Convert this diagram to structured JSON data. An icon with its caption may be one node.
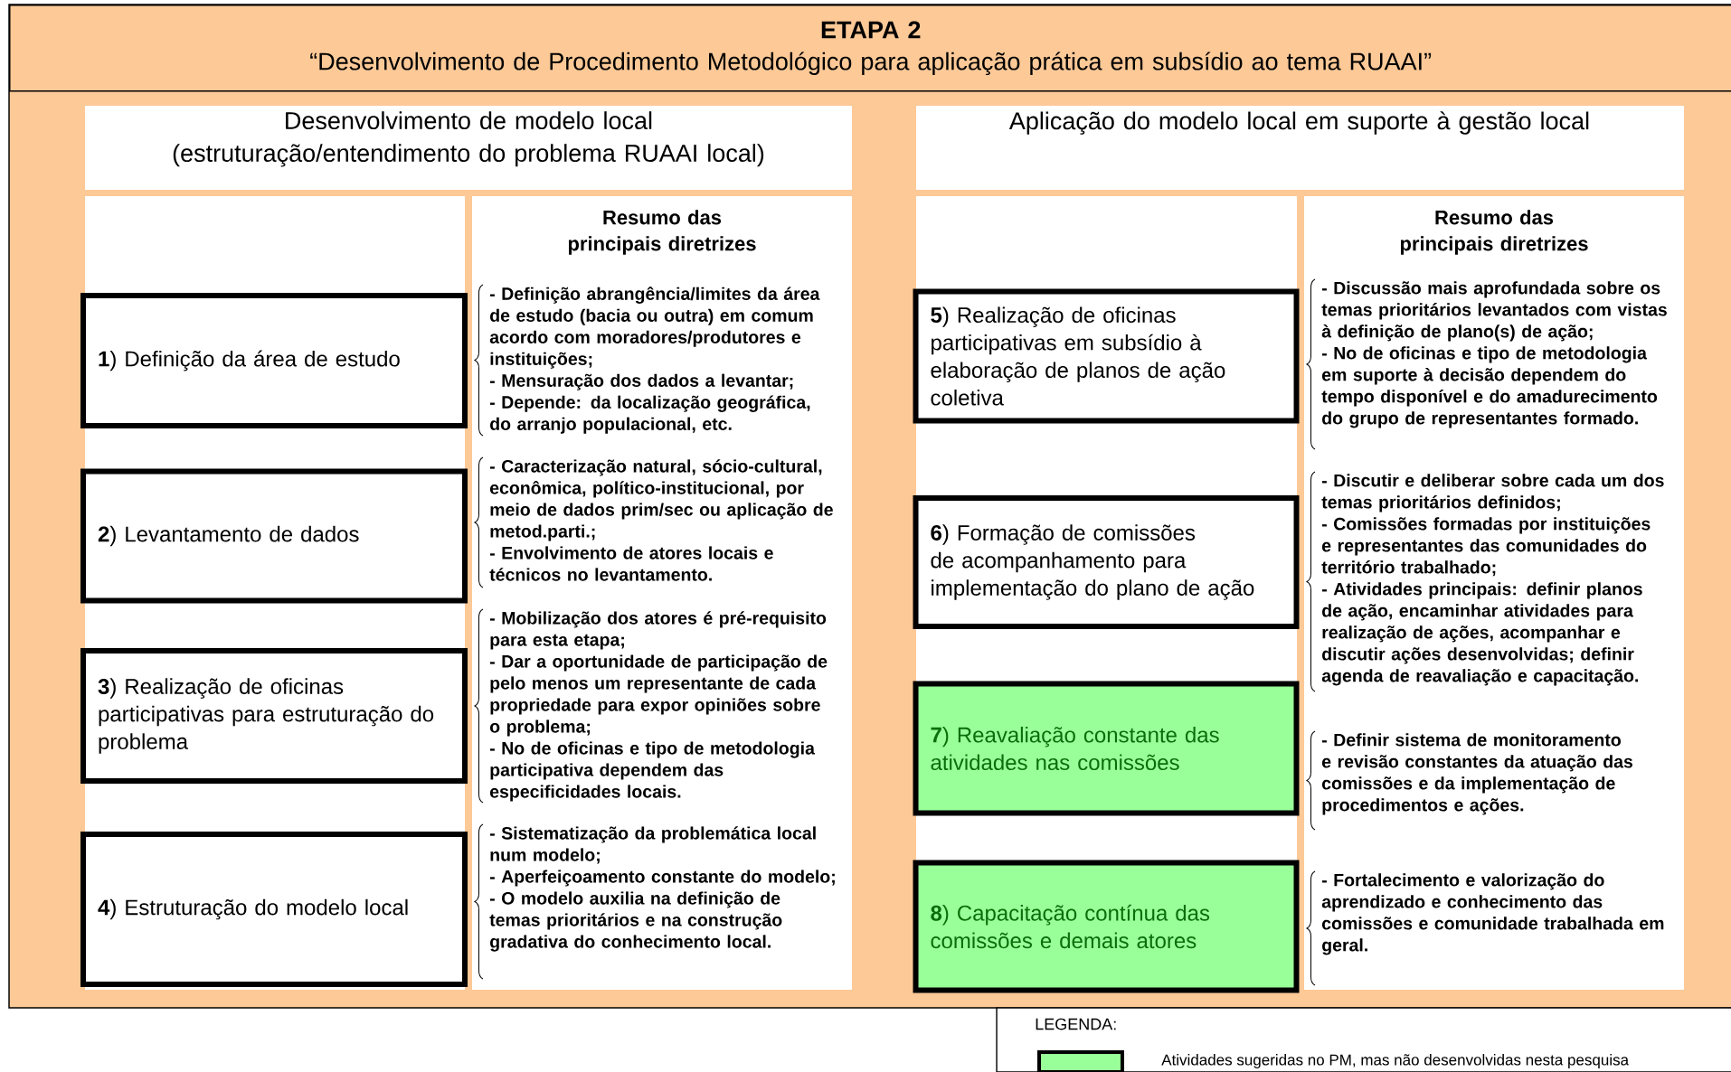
{
  "diagram": {
    "nodes": [
      {
        "text": [
          "ETAPA 2",
          "“Desenvolvimento de Procedimento Metodológico para aplicação prática em subsídio ao tema RUAAI”"
        ]
      },
      {
        "text": [
          "Desenvolvimento de modelo local (estruturação/entendimento do problema RUAAI local)"
        ]
      },
      {
        "text": [
          "**1**) Definição da área de estudo"
        ]
      },
      {
        "text": [
          "**2**) Levantamento de dados"
        ]
      },
      {
        "text": [
          "**3**) Realização de oficinas participativas para estruturação do problema"
        ]
      },
      {
        "text": [
          "**4**) Estruturação do modelo local"
        ]
      },
      {
        "text": [
          "Resumo das principais diretrizes",
          "- Definição abrangência/limites da área de estudo (bacia ou outra) em comum acordo com moradores/produtores e instituições;",
          "- Mensuração dos dados a levantar;",
          "- Depende: da localização geográfica, do arranjo populacional, etc.",
          "- Caracterização natural, sócio-cultural, econômica, político-institucional, por meio de dados prim/sec ou aplicação de metod.parti.;",
          "- Envolvimento de atores locais e técnicos no levantamento.",
          "- Mobilização dos atores é pré-requisito para esta etapa;",
          "- Dar a oportunidade de participação de pelo menos um representante de cada propriedade para expor opiniões sobre o problema;",
          "- No de oficinas e tipo de metodologia participativa dependem das especificidades locais.",
          "- Sistematização da problemática local num modelo;",
          "- Aperfeiçoamento constante do modelo;",
          "- O modelo auxilia na definição de temas prioritários e na construção gradativa do conhecimento local."
        ]
      },
      {
        "text": [
          "Aplicação do modelo local em suporte à gestão local"
        ]
      },
      {
        "text": [
          "**5**) Realização de oficinas participativas em subsídio à elaboração de planos de ação coletiva"
        ]
      },
      {
        "text": [
          "**6**) Formação de comissões de acompanhamento para implementação do plano de ação"
        ]
      },
      {
        "text": [
          "**7**) Reavaliação constante das atividades nas comissões"
        ]
      },
      {
        "text": [
          "**8**) Capacitação contínua das comissões e demais atores"
        ]
      },
      {
        "text": [
          "Resumo das principais diretrizes",
          "- Discussão mais aprofundada sobre os temas prioritários levantados com vistas à definição de plano(s) de ação;",
          "- No de oficinas e tipo de metodologia em suporte à decisão dependem do tempo disponível e do amadurecimento do grupo de representantes formado.",
          "- Discutir e deliberar sobre cada um dos temas prioritários definidos;",
          "- Comissões formadas por instituições e representantes das comunidades do território trabalhado;",
          "- Atividades principais: definir planos de ação, encaminhar atividades para realização de ações, acompanhar e discutir ações desenvolvidas; definir agenda de reavaliação e capacitação.",
          "- Definir sistema de monitoramento e revisão constantes da atuação das comissões e da implementação de procedimentos e ações.",
          "- Fortalecimento e valorização do aprendizado e conhecimento das comissões e comunidade trabalhada em geral."
        ]
      }
    ],
    "labels": [
      "LEGENDA:"
    ],
    "legend": [
      {
        "text": "Atividades sugeridas no PM, mas não desenvolvidas nesta pesquisa",
        "color": "#99ff99"
      }
    ]
  }
}
